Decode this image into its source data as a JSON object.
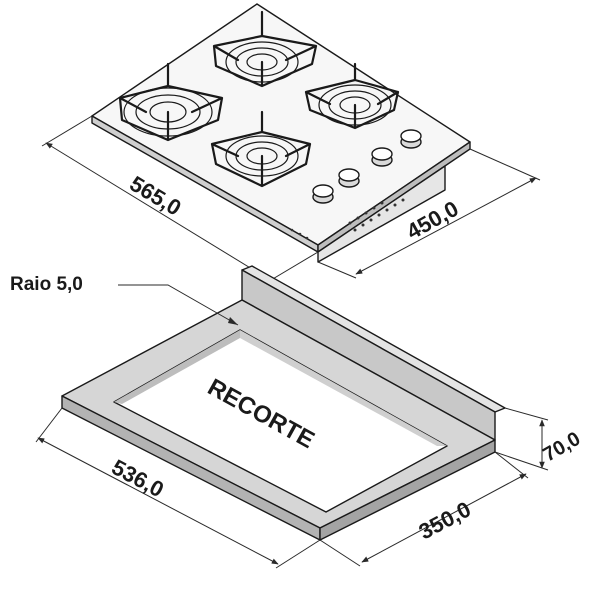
{
  "labels": {
    "cooktop_width": "565,0",
    "cooktop_depth": "450,0",
    "radius": "Raio 5,0",
    "cutout": "RECORTE",
    "cutout_width": "536,0",
    "cutout_depth": "350,0",
    "wall_height": "70,0"
  },
  "colors": {
    "line": "#1a1a1a",
    "counter_top": "#d6d6d6",
    "counter_front": "#b3b3b3",
    "glass": "#f7f7f7",
    "knob": "#d9d9d9"
  }
}
